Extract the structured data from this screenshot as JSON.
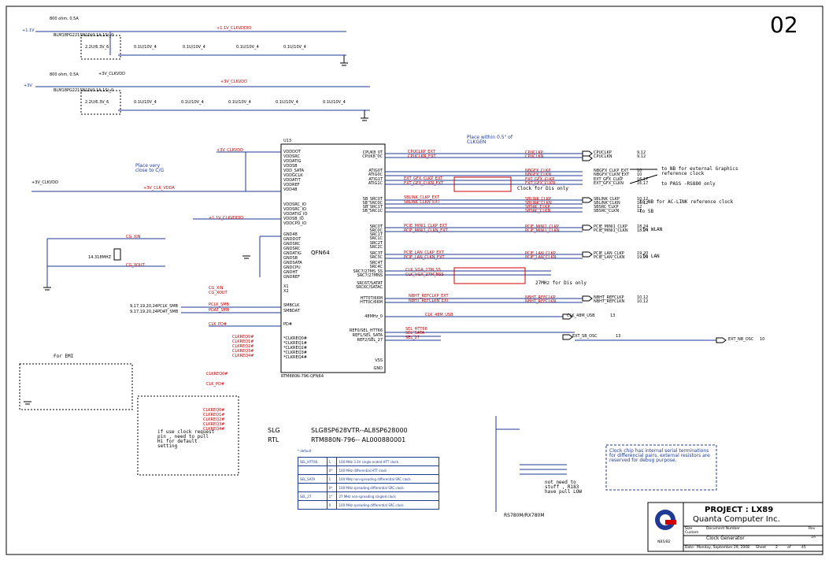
{
  "page": {
    "sheet_number": "02"
  },
  "top_left": {
    "bead1_rating": "800 ohm, 0.5A",
    "bead2_rating": "800 ohm, 0.5A",
    "rail_1v1": "+1.1V",
    "rail_3v": "+3V",
    "net_1v1_clkvddio": "+1.1V_CLKVDDIO",
    "net_3v_clkvdd": "+3V_CLKVDD",
    "bead_part": "BLM18PG221SN1D(0.1A,1S)_0",
    "cap_value": "0.1U/10V_4",
    "bulk_cap_value": "2.2U/6.3V_6"
  },
  "chip": {
    "ref": "U13",
    "package": "QFN64",
    "part_label": "RTM880N-796-QFN64",
    "left_pins": [
      "VDDDOT",
      "VDDSRC",
      "VDDATIG",
      "VDDSB",
      "VDD_SATA",
      "VDDGCLK",
      "VDDATIT",
      "VDDREF",
      "VDD48",
      "VDDSRC_IO",
      "VDDSRC_IO",
      "VDDATIG_IO",
      "VDDSB_IO",
      "VDDCPU_IO",
      "GND48",
      "GNDDOT",
      "GNDSRC",
      "GNDSRC",
      "GNDATIG",
      "GNDSB",
      "GNDSATA",
      "GNDCPU",
      "GNDHT",
      "GNDREF",
      "X1",
      "X2",
      "SMBCLK",
      "SMBDAT",
      "PD#",
      "*CLKREQ0#",
      "*CLKREQ1#",
      "*CLKREQ2#",
      "*CLKREQ3#",
      "*CLKREQ4#"
    ],
    "right_pins": [
      "CPUK8_0T",
      "CPUK8_0C",
      "ATIG0T",
      "ATIG0C",
      "ATIG1T",
      "ATIG1C",
      "SB_SRC0T",
      "SB_SRC0C",
      "SB_SRC1T",
      "SB_SRC1C",
      "SRC0T",
      "SRC0C",
      "SRC1T",
      "SRC1C",
      "SRC2T",
      "SRC2C",
      "SRC3T",
      "SRC3C",
      "SRC4T",
      "SRC4C",
      "SRC7/27MS_SS",
      "SRC7/27MNS",
      "SRC6T/SATAT",
      "SRC6C/SATAC",
      "HTT0T/66M",
      "HTT0C/66M",
      "48MHz_0",
      "REF0/SEL_HTT66",
      "REF1/SEL_SATA",
      "REF2/SEL_27",
      "VSS",
      "GND"
    ]
  },
  "notes": {
    "place_very_close": "Place very close to C/G",
    "place_within": "Place within 0.5\" of CLKGEN",
    "for_emi": "For EMI",
    "nb_external": "to NB for external Graphics reference clock",
    "pass_note": "to PASS -RS880 only",
    "clock_for_dis": "Clock for Dis only",
    "to_nb_ac": "to NB for AC-LINK reference clock",
    "to_sb": "to SB",
    "to_wlan": "to WLAN",
    "to_lan": "to LAN",
    "27mhz": "27MHz for Dis only",
    "if_use_clock": "if use clock request pin , need to pull Hi for default setting",
    "not_need": "not need to stuff , R183 have pull LOW",
    "clock_chip_note": "Clock chip has internal serial terminations for differencial pairs, external resistors are reserved for debug purpose.",
    "rs780": "RS780M/RX780M"
  },
  "signals_left": {
    "clkvdd": "+3V_CLKVDD",
    "vdd48": "+3V_CLK_VDDA",
    "clkvddio": "+1.1V_CLKVDDIO",
    "cg_xin": "CG_XIN",
    "cg_xout": "CG_XOUT",
    "pclk_smb": "PCLK_SMB",
    "pdat_smb": "PDAT_SMB",
    "clk_pd": "CLK_PD#",
    "clkreq": [
      "CLKREQ0#",
      "CLKREQ1#",
      "CLKREQ2#",
      "CLKREQ3#",
      "CLKREQ4#"
    ],
    "crystal": "14.318MHZ",
    "smb_ref": "9,17,19,20,24"
  },
  "signals_right": [
    {
      "net": "CPUCLKP",
      "out": "CPUCLKP",
      "page": "9,12"
    },
    {
      "net": "CPUCLKN",
      "out": "CPUCLKN",
      "page": "9,12"
    },
    {
      "net": "NBGFX_CLKP",
      "out": "NBGFX_CLKP_EXT",
      "page": "10"
    },
    {
      "net": "NBGFX_CLKN",
      "out": "NBGFX_CLKN_EXT",
      "page": "10"
    },
    {
      "net": "EXT_GFX_CLKP",
      "out": "EXT_GFX_CLKP",
      "page": "16,17"
    },
    {
      "net": "EXT_GFX_CLKN",
      "out": "EXT_GFX_CLKN",
      "page": "16,17"
    },
    {
      "net": "SBLINK_CLKP",
      "out": "SBLINK_CLKP",
      "page": "10,12"
    },
    {
      "net": "SBLINK_CLKN",
      "out": "SBLINK_CLKN",
      "page": "10,12"
    },
    {
      "net": "SBSRC_CLKP",
      "out": "SBSRC_CLKP",
      "page": "12"
    },
    {
      "net": "SBSRC_CLKN",
      "out": "SBSRC_CLKN",
      "page": "12"
    },
    {
      "net": "PCIE_MINI1_CLKP",
      "out": "PCIE_MINI1_CLKP",
      "page": "18,24"
    },
    {
      "net": "PCIE_MINI1_CLKN",
      "out": "PCIE_MINI1_CLKN",
      "page": "18,24"
    },
    {
      "net": "PCIE_LAN_CLKP",
      "out": "PCIE_LAN_CLKP",
      "page": "19,20"
    },
    {
      "net": "PCIE_LAN_CLKN",
      "out": "PCIE_LAN_CLKN",
      "page": "19,20"
    },
    {
      "net": "NBHT_REFCLKP",
      "out": "NBHT_REFCLKP",
      "page": "10,12"
    },
    {
      "net": "NBHT_REFCLKN",
      "out": "NBHT_REFCLKN",
      "page": "10,12"
    },
    {
      "net": "CLK_48M_USB",
      "out": "CLK_48M_USB",
      "page": "13"
    },
    {
      "net": "EXT_SB_OSC",
      "out": "EXT_SB_OSC",
      "page": "13"
    },
    {
      "net": "EXT_NB_OSC",
      "out": "EXT_NB_OSC",
      "page": "10"
    }
  ],
  "red_inner_nets": [
    "CPUCLKP_EXT",
    "CPUCLKN_EXT",
    "EXT_GFX_CLKP_EXT",
    "EXT_GFX_CLKN_EXT",
    "SBLINK_CLKP_EXT",
    "SBLINK_CLKN_EXT",
    "PCIE_MINI1_CLKP_EXT",
    "PCIE_MINI1_CLKN_EXT",
    "PCIE_LAN_CLKP_EXT",
    "PCIE_LAN_CLKN_EXT",
    "CLK_VGA_27M_SS",
    "CLK_VGA_27M_NSS",
    "NBHT_REFCLKP_EXT",
    "NBHT_REFCLKN_EXT",
    "CLK_48M_USB",
    "SEL_HTT66",
    "SEL_SATA",
    "SEL_27"
  ],
  "part_numbers": {
    "slg_label": "SLG",
    "slg_value": "SLG8SP628VTR--AL8SP628000",
    "rtl_label": "RTL",
    "rtl_value": "RTM880N-796-- AL000880001"
  },
  "sel_table": {
    "default_note": "* default",
    "rows": [
      {
        "name": "SEL_HTT66",
        "val": "1",
        "desc": "100 MHz 3.3V single ended HTT clock"
      },
      {
        "name": "",
        "val": "0*",
        "desc": "100 MHz differential HTT clock"
      },
      {
        "name": "SEL_SATA",
        "val": "1",
        "desc": "100 MHz non-spreading differential SRC clock"
      },
      {
        "name": "",
        "val": "0*",
        "desc": "100 MHz spreading differential SRC clock"
      },
      {
        "name": "SEL_27",
        "val": "1*",
        "desc": "27 MHz non-spreading singled clock"
      },
      {
        "name": "",
        "val": "0",
        "desc": "100 MHz spreading differential SRC clock"
      }
    ]
  },
  "title_block": {
    "project": "PROJECT : LX89",
    "company": "Quanta Computer Inc.",
    "size_label": "Size",
    "size_value": "Custom",
    "doc_label": "Document Number",
    "doc_value": "Clock Generator",
    "rev_label": "Rev",
    "rev_value": "1A",
    "date_label": "Date:",
    "date_value": "Monday, September 29, 2008",
    "sheet_label": "Sheet",
    "sheet_value": "2",
    "of_label": "of",
    "of_value": "45",
    "code": "NB5/B2"
  },
  "colors": {
    "wire": "#1f3a93",
    "net_red": "#c00000",
    "highlight_box": "#d00000",
    "text": "#000000"
  }
}
